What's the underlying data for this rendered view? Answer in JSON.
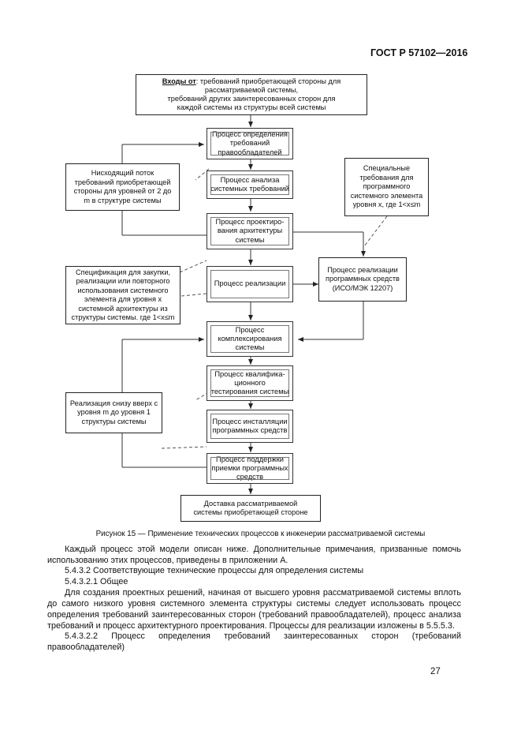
{
  "header": {
    "doc_id": "ГОСТ Р 57102—2016"
  },
  "diagram": {
    "inputs": {
      "label": "Входы от",
      "line1": ": требований приобретающей стороны для",
      "line2": "рассматриваемой системы,",
      "line3": "требований других заинтересованных сторон для",
      "line4": "каждой системы из структуры всей системы"
    },
    "processes": [
      "Процесс определения требований правообладателей",
      "Процесс анализа системных требований",
      "Процесс проектиро-вания архитектуры системы",
      "Процесс реализации",
      "Процесс комплексирования системы",
      "Процесс квалифика-ционного тестирования системы",
      "Процесс инсталляции программных средств",
      "Процесс поддержки приемки программных средств"
    ],
    "delivery": "Доставка рассматриваемой системы приобретающей стороне",
    "notes": {
      "top_down": "Нисходящий поток требований приобретающей стороны для уровней от 2 до m в структуре системы",
      "special": "Специальные требования для программного системного элемента уровня x, где 1<x≤m",
      "spec": "Спецификация для закупки, реализации или повторного использования системного элемента для уровня x системной архитектуры из структуры системы. где 1<x≤m",
      "software": "Процесс реализации программных средств (ИСО/МЭК 12207)",
      "bottom_up": "Реализация снизу вверх с уровня m до уровня 1 структуры системы"
    }
  },
  "caption": "Рисунок 15 — Применение технических процессов к инженерии рассматриваемой системы",
  "paragraphs": {
    "p1": "Каждый процесс этой модели описан ниже. Дополнительные примечания, призванные помочь использованию этих процессов, приведены в приложении А.",
    "p2": "5.4.3.2 Соответствующие технические процессы для определения системы",
    "p3": "5.4.3.2.1 Общее",
    "p4": "Для создания проектных решений, начиная от высшего уровня рассматриваемой системы вплоть до самого низкого уровня системного элемента структуры системы следует использовать процесс определения требований заинтересованных сторон (требований правообладателей), процесс анализа требований и процесс архитектурного проектирования. Процессы для реализации изложены в 5.5.5.3.",
    "p5": "5.4.3.2.2 Процесс определения требований заинтересованных сторон (требований правообладателей)"
  },
  "page_number": "27"
}
